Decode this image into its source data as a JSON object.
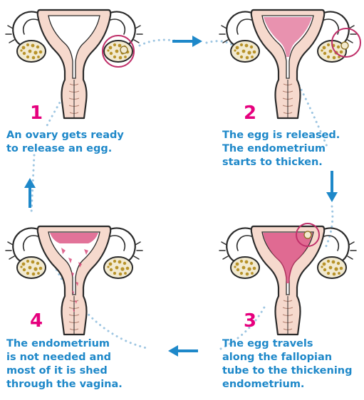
{
  "colors": {
    "uterus_fill": "#f6d9cd",
    "outline": "#2b2b2b",
    "ovary_fill": "#f2ead0",
    "follicle": "#b8932a",
    "endometrium": "#d6386e",
    "highlight": "#c0306a",
    "number": "#e6007e",
    "caption": "#1e88c9",
    "dots": "#9ec6e2",
    "arrow": "#1e88c9"
  },
  "icons": [
    "uterus-icon",
    "ovary-icon",
    "egg-icon",
    "arrow-right-icon",
    "arrow-down-icon",
    "arrow-left-icon",
    "arrow-up-icon"
  ],
  "steps": [
    {
      "number": "1",
      "text": "An ovary gets ready\nto release an egg."
    },
    {
      "number": "2",
      "text": "The egg is released.\nThe endometrium\nstarts to thicken."
    },
    {
      "number": "3",
      "text": "The egg travels\nalong the fallopian\ntube to the thickening\nendometrium."
    },
    {
      "number": "4",
      "text": "The endometrium\nis not needed and\nmost of it is shed\nthrough the vagina."
    }
  ]
}
